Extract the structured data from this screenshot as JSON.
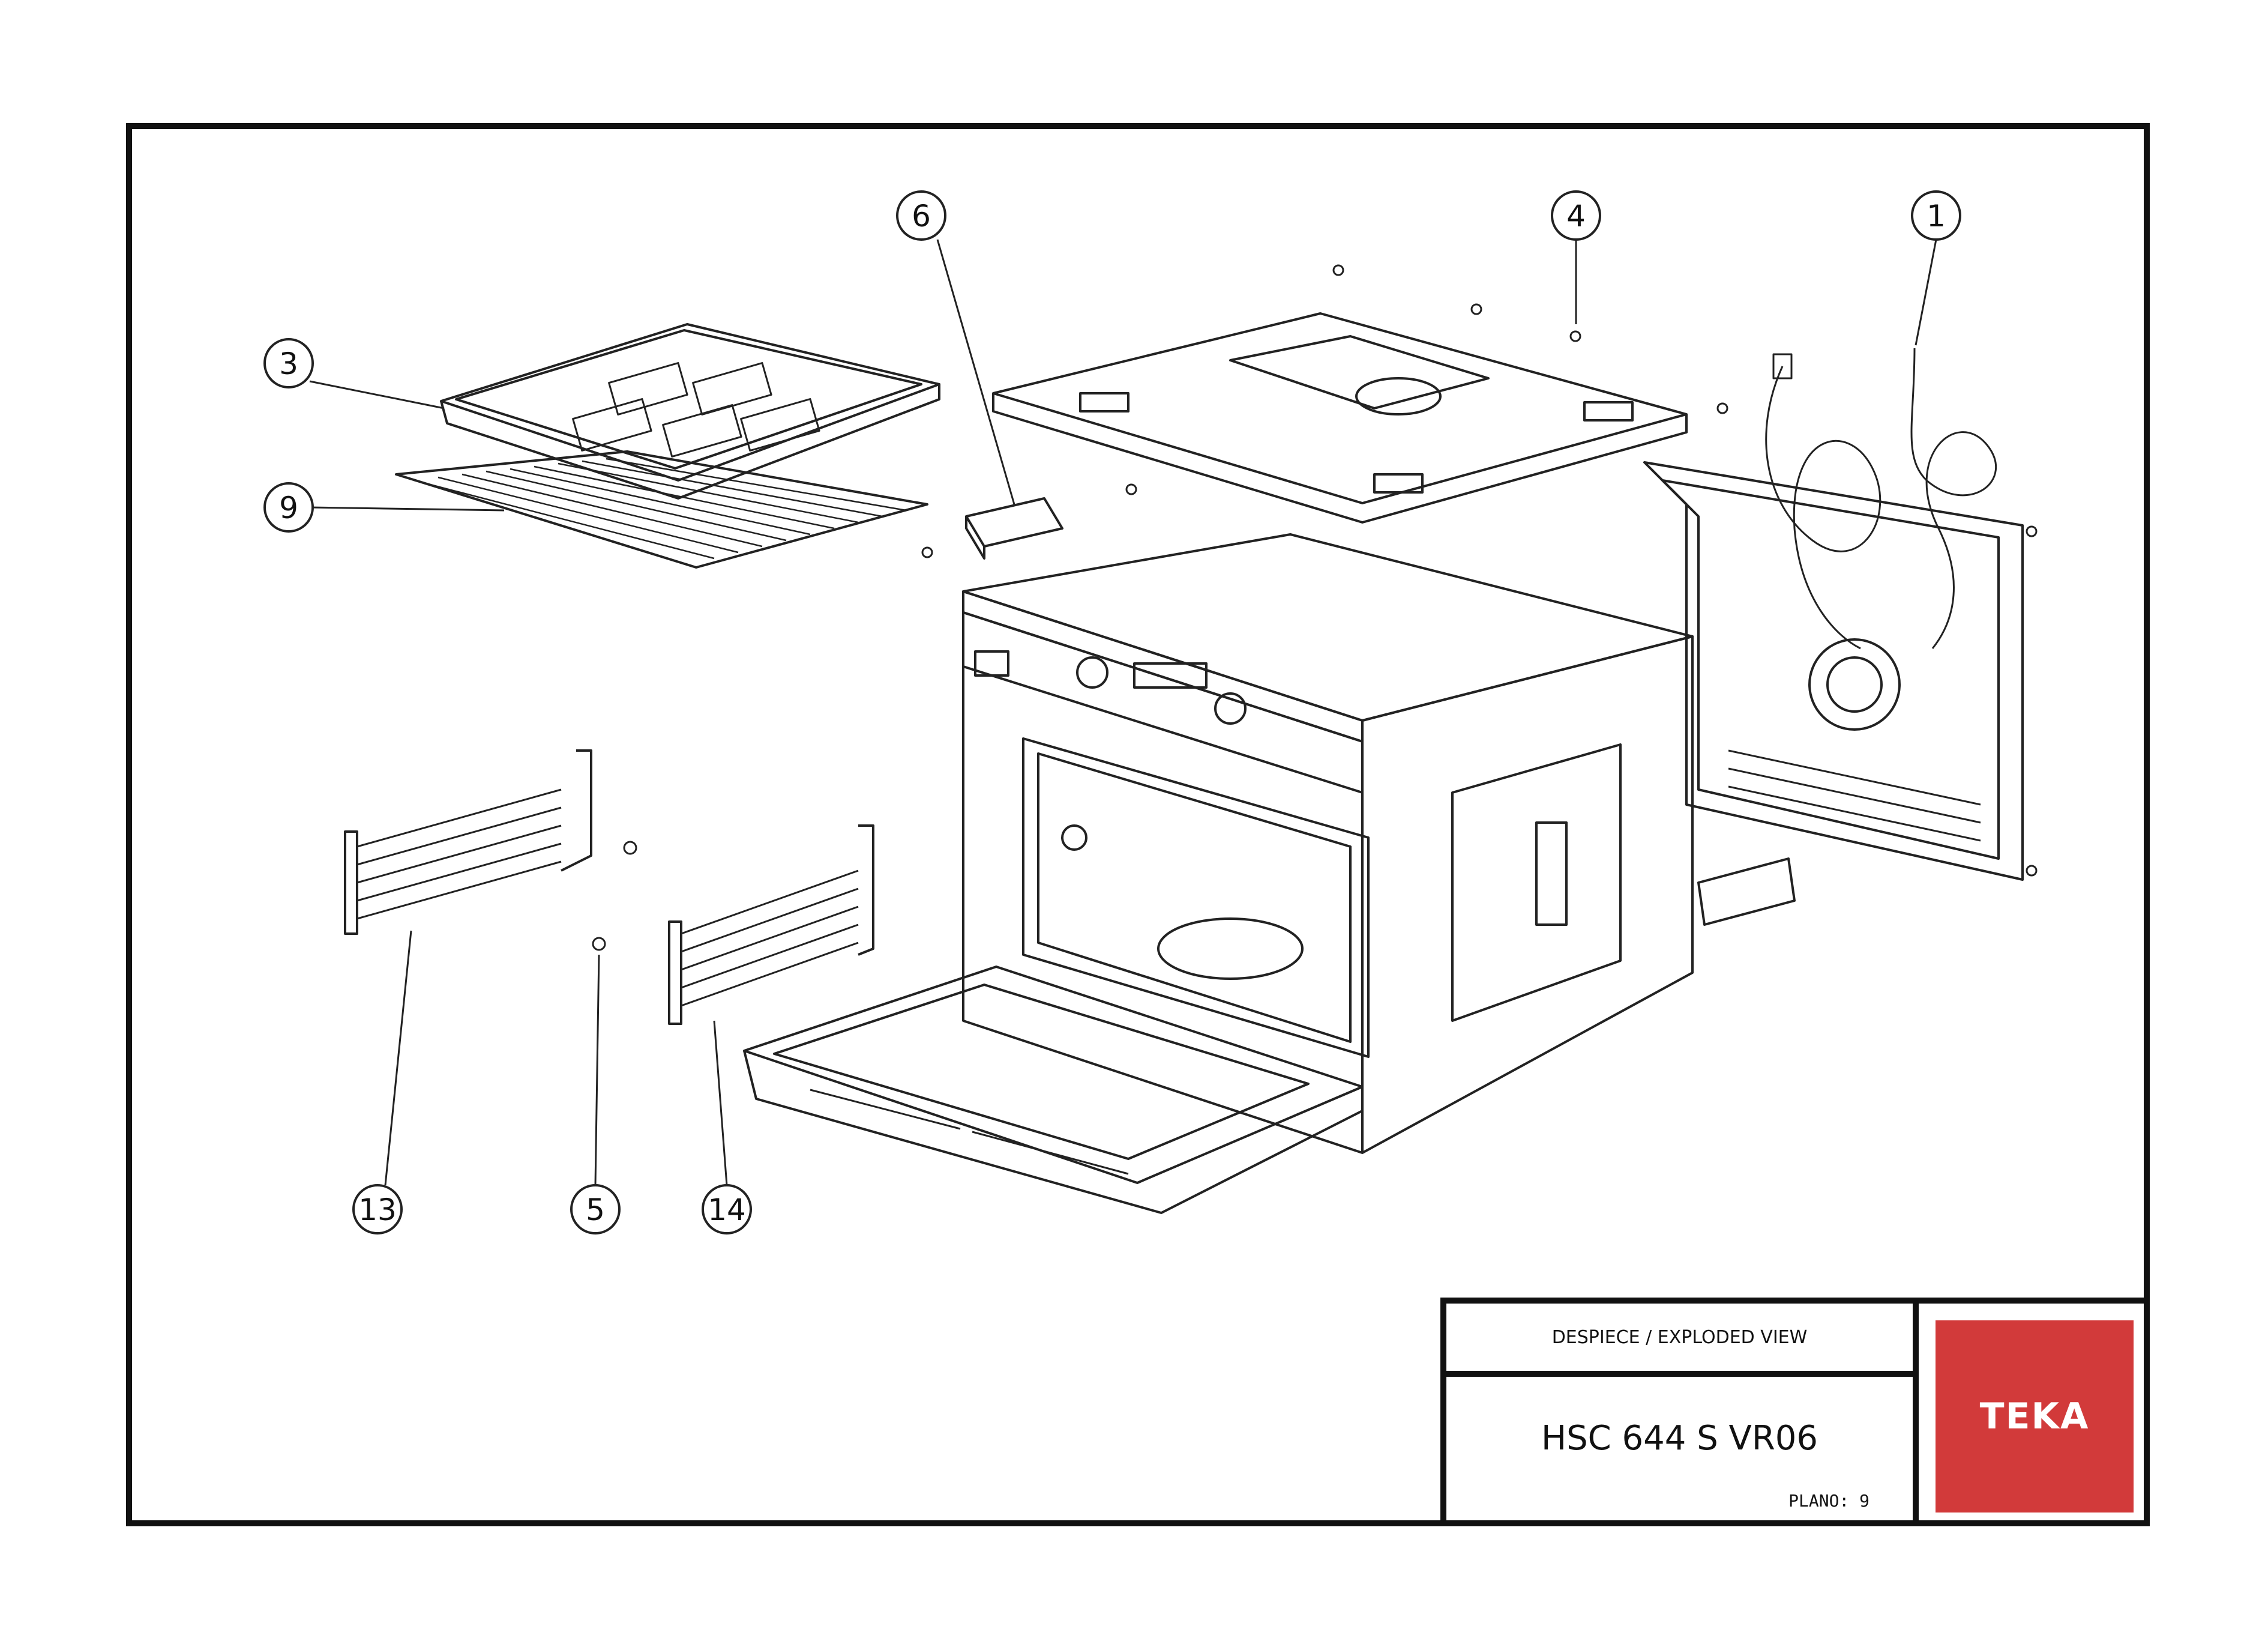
{
  "callouts": [
    {
      "id": "c1",
      "label": "1"
    },
    {
      "id": "c3",
      "label": "3"
    },
    {
      "id": "c4",
      "label": "4"
    },
    {
      "id": "c5",
      "label": "5"
    },
    {
      "id": "c6",
      "label": "6"
    },
    {
      "id": "c9",
      "label": "9"
    },
    {
      "id": "c13",
      "label": "13"
    },
    {
      "id": "c14",
      "label": "14"
    }
  ],
  "title_block": {
    "description": "DESPIECE / EXPLODED VIEW",
    "model": "HSC 644 S VR06",
    "plano": "PLANO: 9",
    "logo_text": "TEKA"
  },
  "colors": {
    "line": "#222222",
    "frame": "#111111",
    "logo_bg": "#d23a3a",
    "logo_text": "#ffffff"
  }
}
